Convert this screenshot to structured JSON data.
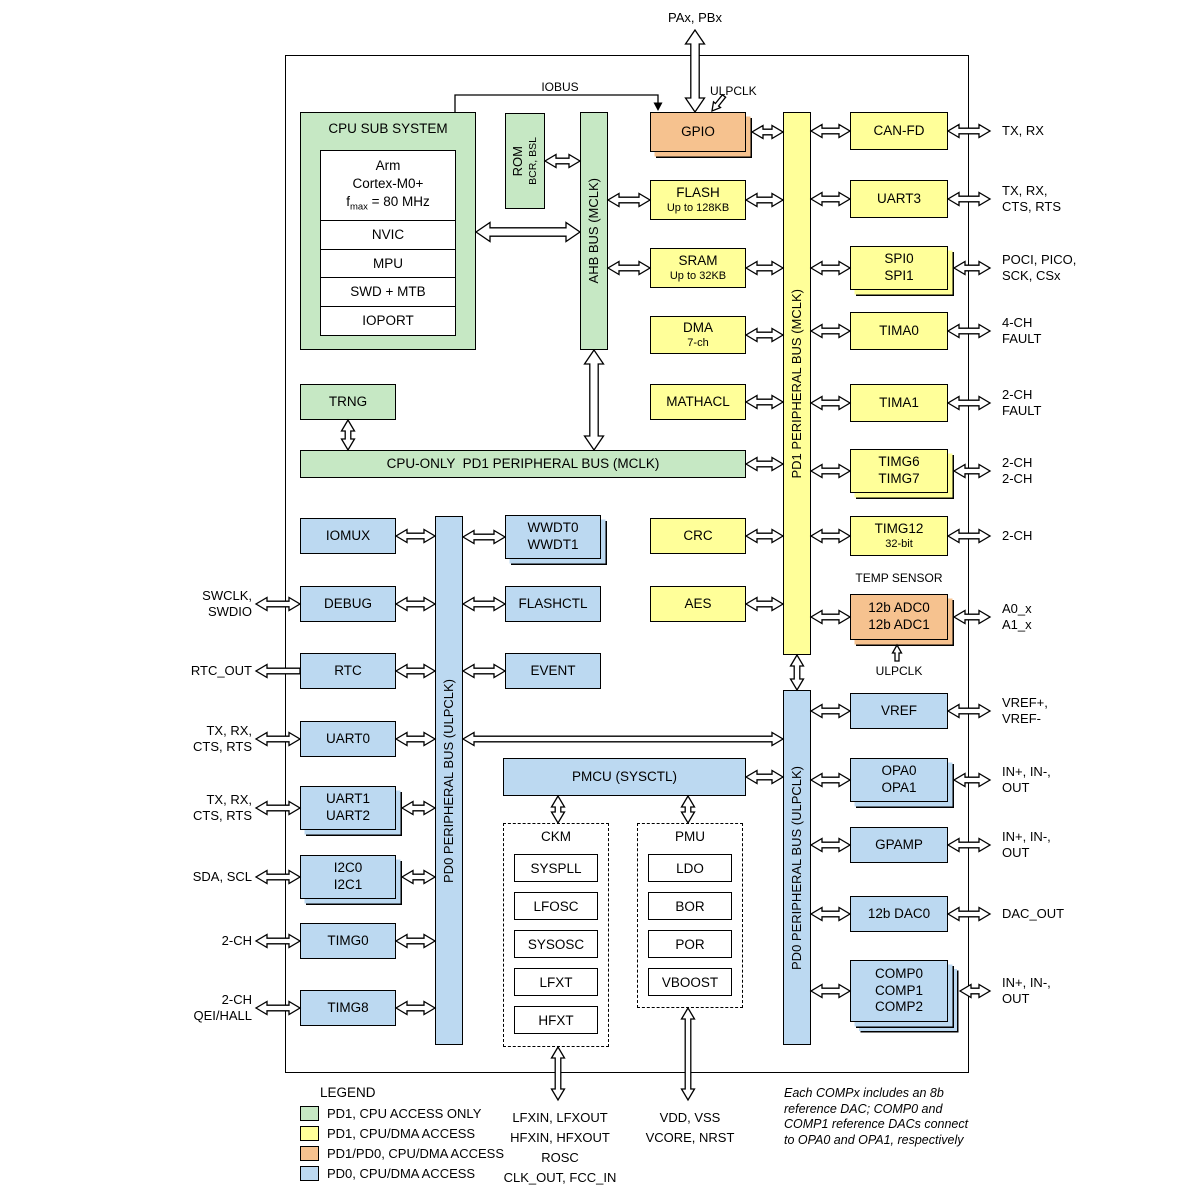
{
  "top": {
    "pax_pbx": "PAx, PBx",
    "iobus": "IOBUS",
    "ulpclk": "ULPCLK"
  },
  "cpu": {
    "title": "CPU SUB SYSTEM",
    "core": {
      "l1": "Arm",
      "l2": "Cortex-M0+",
      "f": "f",
      "fsub": "max",
      "frest": " = 80 MHz"
    },
    "rows": [
      "NVIC",
      "MPU",
      "SWD + MTB",
      "IOPORT"
    ]
  },
  "rom": {
    "l1": "ROM",
    "l2": "BCR, BSL"
  },
  "buses": {
    "ahb": "AHB BUS (MCLK)",
    "cpu_only": "CPU-ONLY  PD1 PERIPHERAL BUS (MCLK)",
    "pd1": "PD1 PERIPHERAL BUS (MCLK)",
    "pd0_left": "PD0 PERIPHERAL BUS (ULPCLK)",
    "pd0_right": "PD0 PERIPHERAL BUS (ULPCLK)"
  },
  "center": {
    "gpio": "GPIO",
    "flash": {
      "l1": "FLASH",
      "l2": "Up to 128KB"
    },
    "sram": {
      "l1": "SRAM",
      "l2": "Up to 32KB"
    },
    "dma": {
      "l1": "DMA",
      "l2": "7-ch"
    },
    "mathacl": "MATHACL",
    "crc": "CRC",
    "aes": "AES",
    "trng": "TRNG"
  },
  "left_col": {
    "iomux": "IOMUX",
    "debug": "DEBUG",
    "rtc": "RTC",
    "uart0": "UART0",
    "uart12": {
      "l1": "UART1",
      "l2": "UART2"
    },
    "i2c": {
      "l1": "I2C0",
      "l2": "I2C1"
    },
    "timg0": "TIMG0",
    "timg8": "TIMG8"
  },
  "mid_col": {
    "wwdt": {
      "l1": "WWDT0",
      "l2": "WWDT1"
    },
    "flashctl": "FLASHCTL",
    "event": "EVENT",
    "pmcu": "PMCU (SYSCTL)"
  },
  "ckm": {
    "title": "CKM",
    "items": [
      "SYSPLL",
      "LFOSC",
      "SYSOSC",
      "LFXT",
      "HFXT"
    ]
  },
  "pmu": {
    "title": "PMU",
    "items": [
      "LDO",
      "BOR",
      "POR",
      "VBOOST"
    ]
  },
  "right_col": {
    "canfd": "CAN-FD",
    "uart3": "UART3",
    "spi": {
      "l1": "SPI0",
      "l2": "SPI1"
    },
    "tima0": "TIMA0",
    "tima1": "TIMA1",
    "timg67": {
      "l1": "TIMG6",
      "l2": "TIMG7"
    },
    "timg12": {
      "l1": "TIMG12",
      "l2": "32-bit"
    },
    "temp_sensor": "TEMP SENSOR",
    "adc": {
      "l1": "12b ADC0",
      "l2": "12b ADC1"
    },
    "ulpclk": "ULPCLK",
    "vref": "VREF",
    "opa": {
      "l1": "OPA0",
      "l2": "OPA1"
    },
    "gpamp": "GPAMP",
    "dac": "12b DAC0",
    "comp": {
      "l1": "COMP0",
      "l2": "COMP1",
      "l3": "COMP2"
    }
  },
  "pins_left": {
    "debug": "SWCLK,\nSWDIO",
    "rtc": "RTC_OUT",
    "uart0": "TX, RX,\nCTS, RTS",
    "uart12": "TX, RX,\nCTS, RTS",
    "i2c": "SDA, SCL",
    "timg0": "2-CH",
    "timg8": "2-CH\nQEI/HALL"
  },
  "pins_right": {
    "canfd": "TX, RX",
    "uart3": "TX, RX,\nCTS, RTS",
    "spi": "POCI, PICO,\nSCK, CSx",
    "tima0": "4-CH\nFAULT",
    "tima1": "2-CH\nFAULT",
    "timg67": "2-CH\n2-CH",
    "timg12": "2-CH",
    "adc": "A0_x\nA1_x",
    "vref": "VREF+,\nVREF-",
    "opa": "IN+, IN-,\nOUT",
    "gpamp": "IN+, IN-,\nOUT",
    "dac": "DAC_OUT",
    "comp": "IN+, IN-,\nOUT"
  },
  "bottom": {
    "ckm_pins": "LFXIN, LFXOUT\nHFXIN, HFXOUT\nROSC\nCLK_OUT, FCC_IN",
    "pmu_pins": "VDD, VSS\nVCORE, NRST",
    "comp_note": "Each COMPx includes an 8b\nreference DAC; COMP0 and\nCOMP1 reference DACs connect\nto OPA0 and OPA1, respectively"
  },
  "legend": {
    "title": "LEGEND",
    "items": [
      {
        "color": "#c6e8c4",
        "label": "PD1, CPU ACCESS ONLY"
      },
      {
        "color": "#ffff99",
        "label": "PD1, CPU/DMA ACCESS"
      },
      {
        "color": "#f6c28f",
        "label": "PD1/PD0, CPU/DMA ACCESS"
      },
      {
        "color": "#bcd9f1",
        "label": "PD0, CPU/DMA ACCESS"
      }
    ]
  },
  "colors": {
    "green": "#c6e8c4",
    "yellow": "#ffff99",
    "orange": "#f6c28f",
    "blue": "#bcd9f1"
  }
}
